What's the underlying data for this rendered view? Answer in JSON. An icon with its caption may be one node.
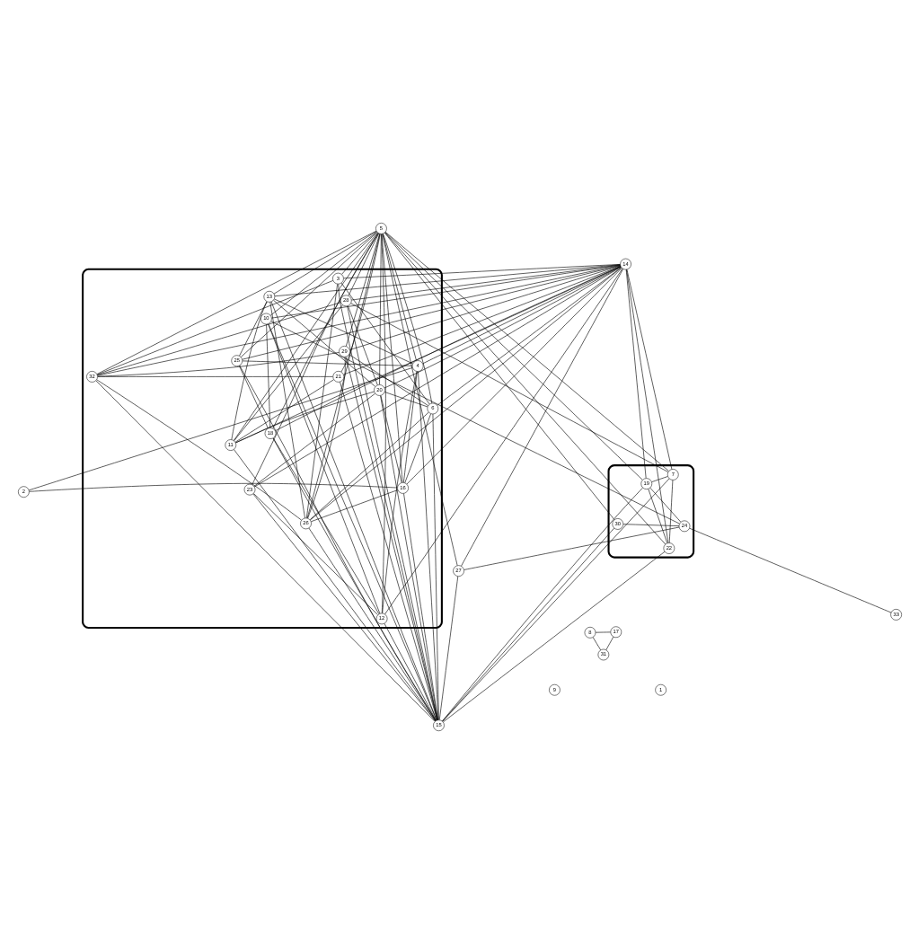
{
  "diagram": {
    "nodes": [
      {
        "text": [
          "2"
        ]
      },
      {
        "text": [],
        "shape": "ellipse"
      },
      {
        "text": [
          "4"
        ],
        "in": 1
      },
      {
        "text": [
          "16"
        ],
        "in": 1
      },
      {
        "text": [
          "6"
        ],
        "in": 1
      },
      {
        "text": [
          "29"
        ],
        "in": 1
      },
      {
        "text": [
          "13"
        ],
        "in": 1
      },
      {
        "text": [
          "26"
        ],
        "in": 1
      },
      {
        "text": [
          "3"
        ],
        "in": 1
      },
      {
        "text": [
          "25"
        ],
        "in": 1
      },
      {
        "text": [
          "18"
        ],
        "in": 1
      },
      {
        "text": [
          "12"
        ],
        "in": 1
      },
      {
        "text": [
          "32"
        ],
        "in": 1
      },
      {
        "text": [
          "21"
        ],
        "in": 1
      },
      {
        "text": [
          "10"
        ],
        "in": 1
      },
      {
        "text": [
          "23"
        ],
        "in": 1
      },
      {
        "text": [
          "20"
        ],
        "in": 1
      },
      {
        "text": [
          "11"
        ],
        "in": 1
      },
      {
        "text": [
          "8"
        ]
      },
      {
        "text": [
          "17"
        ]
      },
      {
        "text": [
          "28"
        ],
        "in": 1
      },
      {
        "text": [
          "31"
        ]
      },
      {
        "text": [
          "5"
        ]
      },
      {
        "text": [
          "15"
        ]
      },
      {
        "text": [
          "14"
        ]
      },
      {
        "text": [
          "27"
        ]
      },
      {
        "text": [],
        "shape": "ellipse"
      },
      {
        "text": [
          "30"
        ],
        "in": 26
      },
      {
        "text": [
          "7"
        ],
        "in": 26
      },
      {
        "text": [
          "19"
        ],
        "in": 26
      },
      {
        "text": [
          "22"
        ],
        "in": 26
      },
      {
        "text": [
          "24"
        ],
        "in": 26
      },
      {
        "text": [
          "9"
        ]
      },
      {
        "text": [
          "33"
        ]
      },
      {
        "text": [
          "1"
        ]
      }
    ],
    "edges": [
      {
        "from": 0,
        "to": 2,
        "arrow": "none"
      },
      {
        "from": 0,
        "to": 3,
        "arrow": "none"
      },
      {
        "from": 18,
        "to": 19,
        "arrow": "none"
      },
      {
        "from": 18,
        "to": 21,
        "arrow": "none"
      },
      {
        "from": 21,
        "to": 19,
        "arrow": "none"
      },
      {
        "from": 31,
        "to": 33,
        "arrow": "none"
      },
      {
        "from": 31,
        "to": 29,
        "arrow": "none"
      },
      {
        "from": 31,
        "to": 25,
        "arrow": "none"
      },
      {
        "from": 31,
        "to": 27,
        "arrow": "none"
      },
      {
        "from": 31,
        "to": 14,
        "arrow": "none"
      },
      {
        "from": 29,
        "to": 30,
        "arrow": "none"
      },
      {
        "from": 30,
        "to": 28,
        "arrow": "none"
      },
      {
        "from": 29,
        "to": 28,
        "arrow": "none"
      },
      {
        "from": 25,
        "to": 22,
        "arrow": "none"
      },
      {
        "from": 25,
        "to": 23,
        "arrow": "none"
      },
      {
        "from": 25,
        "to": 24,
        "arrow": "none"
      },
      {
        "from": 27,
        "to": 22,
        "arrow": "none"
      },
      {
        "from": 27,
        "to": 23,
        "arrow": "none"
      },
      {
        "from": 29,
        "to": 22,
        "arrow": "none"
      },
      {
        "from": 29,
        "to": 23,
        "arrow": "none"
      },
      {
        "from": 29,
        "to": 24,
        "arrow": "none"
      },
      {
        "from": 30,
        "to": 22,
        "arrow": "none"
      },
      {
        "from": 30,
        "to": 23,
        "arrow": "none"
      },
      {
        "from": 30,
        "to": 24,
        "arrow": "none"
      },
      {
        "from": 28,
        "to": 22,
        "arrow": "none"
      },
      {
        "from": 28,
        "to": 23,
        "arrow": "none"
      },
      {
        "from": 28,
        "to": 24,
        "arrow": "none"
      },
      {
        "from": 28,
        "to": 20,
        "arrow": "none"
      },
      {
        "from": 2,
        "to": 22,
        "arrow": "none"
      },
      {
        "from": 2,
        "to": 23,
        "arrow": "none"
      },
      {
        "from": 2,
        "to": 24,
        "arrow": "none"
      },
      {
        "from": 3,
        "to": 22,
        "arrow": "none"
      },
      {
        "from": 3,
        "to": 23,
        "arrow": "none"
      },
      {
        "from": 3,
        "to": 24,
        "arrow": "none"
      },
      {
        "from": 4,
        "to": 22,
        "arrow": "none"
      },
      {
        "from": 4,
        "to": 23,
        "arrow": "none"
      },
      {
        "from": 4,
        "to": 24,
        "arrow": "none"
      },
      {
        "from": 5,
        "to": 22,
        "arrow": "none"
      },
      {
        "from": 5,
        "to": 23,
        "arrow": "none"
      },
      {
        "from": 5,
        "to": 24,
        "arrow": "none"
      },
      {
        "from": 6,
        "to": 22,
        "arrow": "none"
      },
      {
        "from": 6,
        "to": 23,
        "arrow": "none"
      },
      {
        "from": 6,
        "to": 24,
        "arrow": "none"
      },
      {
        "from": 7,
        "to": 22,
        "arrow": "none"
      },
      {
        "from": 7,
        "to": 23,
        "arrow": "none"
      },
      {
        "from": 7,
        "to": 24,
        "arrow": "none"
      },
      {
        "from": 8,
        "to": 22,
        "arrow": "none"
      },
      {
        "from": 8,
        "to": 23,
        "arrow": "none"
      },
      {
        "from": 8,
        "to": 24,
        "arrow": "none"
      },
      {
        "from": 9,
        "to": 22,
        "arrow": "none"
      },
      {
        "from": 9,
        "to": 23,
        "arrow": "none"
      },
      {
        "from": 9,
        "to": 24,
        "arrow": "none"
      },
      {
        "from": 10,
        "to": 22,
        "arrow": "none"
      },
      {
        "from": 10,
        "to": 23,
        "arrow": "none"
      },
      {
        "from": 10,
        "to": 24,
        "arrow": "none"
      },
      {
        "from": 11,
        "to": 22,
        "arrow": "none"
      },
      {
        "from": 11,
        "to": 23,
        "arrow": "none"
      },
      {
        "from": 11,
        "to": 24,
        "arrow": "none"
      },
      {
        "from": 12,
        "to": 22,
        "arrow": "none"
      },
      {
        "from": 12,
        "to": 23,
        "arrow": "none"
      },
      {
        "from": 12,
        "to": 24,
        "arrow": "none"
      },
      {
        "from": 13,
        "to": 22,
        "arrow": "none"
      },
      {
        "from": 13,
        "to": 23,
        "arrow": "none"
      },
      {
        "from": 13,
        "to": 24,
        "arrow": "none"
      },
      {
        "from": 14,
        "to": 22,
        "arrow": "none"
      },
      {
        "from": 14,
        "to": 23,
        "arrow": "none"
      },
      {
        "from": 14,
        "to": 24,
        "arrow": "none"
      },
      {
        "from": 15,
        "to": 22,
        "arrow": "none"
      },
      {
        "from": 15,
        "to": 23,
        "arrow": "none"
      },
      {
        "from": 15,
        "to": 24,
        "arrow": "none"
      },
      {
        "from": 16,
        "to": 22,
        "arrow": "none"
      },
      {
        "from": 16,
        "to": 23,
        "arrow": "none"
      },
      {
        "from": 16,
        "to": 24,
        "arrow": "none"
      },
      {
        "from": 17,
        "to": 22,
        "arrow": "none"
      },
      {
        "from": 17,
        "to": 23,
        "arrow": "none"
      },
      {
        "from": 17,
        "to": 24,
        "arrow": "none"
      },
      {
        "from": 20,
        "to": 22,
        "arrow": "none"
      },
      {
        "from": 20,
        "to": 23,
        "arrow": "none"
      },
      {
        "from": 20,
        "to": 24,
        "arrow": "none"
      },
      {
        "from": 2,
        "to": 3,
        "arrow": "none"
      },
      {
        "from": 2,
        "to": 6,
        "arrow": "none"
      },
      {
        "from": 3,
        "to": 4,
        "arrow": "none"
      },
      {
        "from": 4,
        "to": 5,
        "arrow": "none"
      },
      {
        "from": 4,
        "to": 7,
        "arrow": "none"
      },
      {
        "from": 5,
        "to": 7,
        "arrow": "none"
      },
      {
        "from": 3,
        "to": 7,
        "arrow": "none"
      },
      {
        "from": 2,
        "to": 9,
        "arrow": "none"
      },
      {
        "from": 6,
        "to": 9,
        "arrow": "none"
      },
      {
        "from": 6,
        "to": 16,
        "arrow": "none"
      },
      {
        "from": 9,
        "to": 10,
        "arrow": "none"
      },
      {
        "from": 10,
        "to": 11,
        "arrow": "none"
      },
      {
        "from": 11,
        "to": 15,
        "arrow": "none"
      },
      {
        "from": 14,
        "to": 10,
        "arrow": "none"
      },
      {
        "from": 14,
        "to": 11,
        "arrow": "none"
      },
      {
        "from": 16,
        "to": 17,
        "arrow": "none"
      },
      {
        "from": 7,
        "to": 12,
        "arrow": "none"
      },
      {
        "from": 12,
        "to": 13,
        "arrow": "none"
      },
      {
        "from": 13,
        "to": 17,
        "arrow": "none"
      },
      {
        "from": 17,
        "to": 20,
        "arrow": "none"
      },
      {
        "from": 5,
        "to": 12,
        "arrow": "none"
      },
      {
        "from": 6,
        "to": 7,
        "arrow": "none"
      },
      {
        "from": 15,
        "to": 16,
        "arrow": "none"
      },
      {
        "from": 16,
        "to": 20,
        "arrow": "none"
      },
      {
        "from": 12,
        "to": 20,
        "arrow": "none"
      },
      {
        "from": 2,
        "to": 11,
        "arrow": "none"
      },
      {
        "from": 3,
        "to": 16,
        "arrow": "none"
      },
      {
        "from": 4,
        "to": 16,
        "arrow": "none"
      },
      {
        "from": 6,
        "to": 17,
        "arrow": "none"
      },
      {
        "from": 8,
        "to": 7,
        "arrow": "none"
      },
      {
        "from": 8,
        "to": 12,
        "arrow": "none"
      },
      {
        "from": 8,
        "to": 4,
        "arrow": "none"
      }
    ]
  }
}
